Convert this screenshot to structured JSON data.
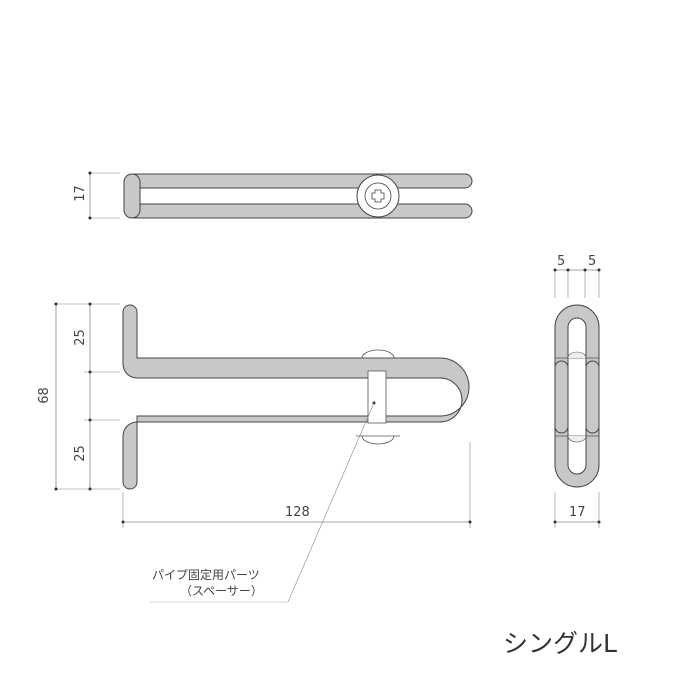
{
  "title": "シングルL",
  "colors": {
    "part_fill": "#c8c8c8",
    "outline": "#444444",
    "dim_line": "#888888",
    "text": "#333333"
  },
  "top_view": {
    "dimension_height": "17"
  },
  "side_view": {
    "dimension_total": "68",
    "dimension_upper": "25",
    "dimension_lower": "25",
    "dimension_width": "128"
  },
  "end_view": {
    "dimension_left": "5",
    "dimension_right": "5",
    "dimension_width": "17"
  },
  "callout": {
    "line1": "パイプ固定用パーツ",
    "line2": "（スペーサー）"
  }
}
